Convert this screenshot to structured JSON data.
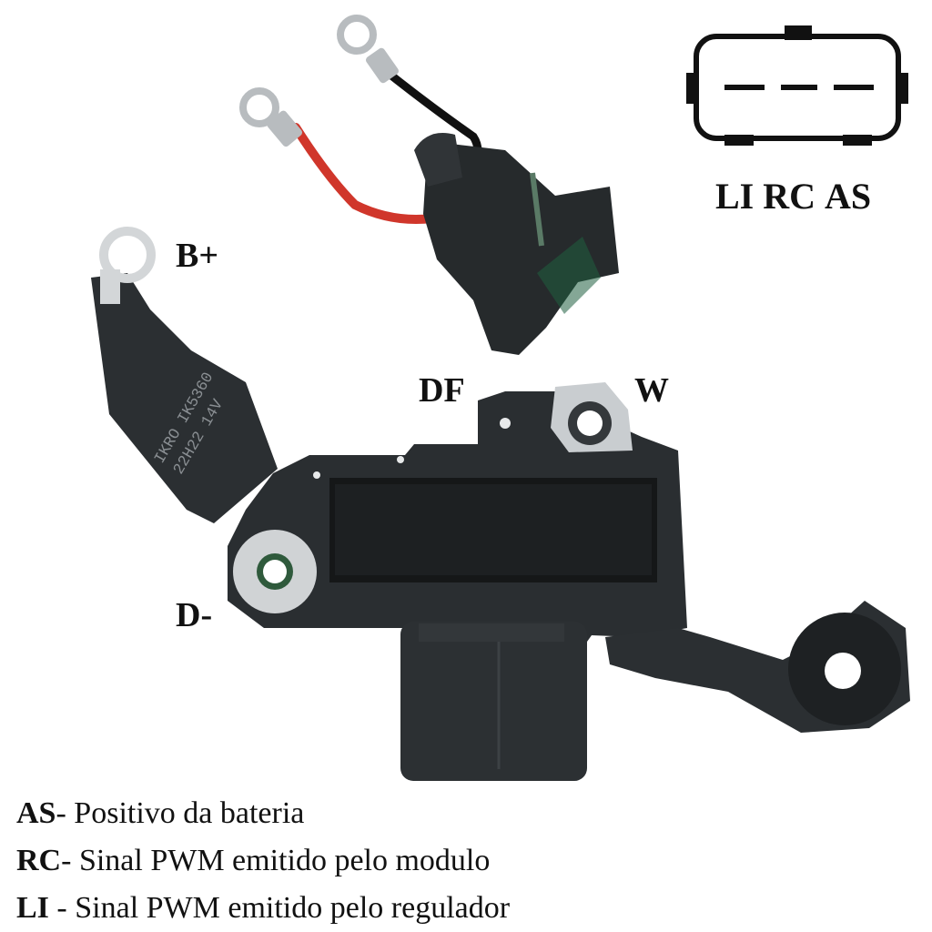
{
  "terminals": {
    "b_plus": "B+",
    "df": "DF",
    "w": "W",
    "d_minus": "D-"
  },
  "connector_pins": [
    "LI",
    "RC",
    "AS"
  ],
  "housing_marking": {
    "line1": "IKRO IK5360",
    "line2": "22H22 14V"
  },
  "legend": [
    {
      "code": "AS",
      "sep": "- ",
      "text": "Positivo da bateria"
    },
    {
      "code": "RC",
      "sep": "- ",
      "text": "Sinal PWM emitido pelo modulo"
    },
    {
      "code": "LI",
      "sep": " - ",
      "text": "Sinal PWM emitido pelo regulador"
    }
  ],
  "colors": {
    "housing": "#2a2e31",
    "wire_red": "#d0362b",
    "wire_black": "#111111",
    "metal": "#c9cdd0"
  }
}
